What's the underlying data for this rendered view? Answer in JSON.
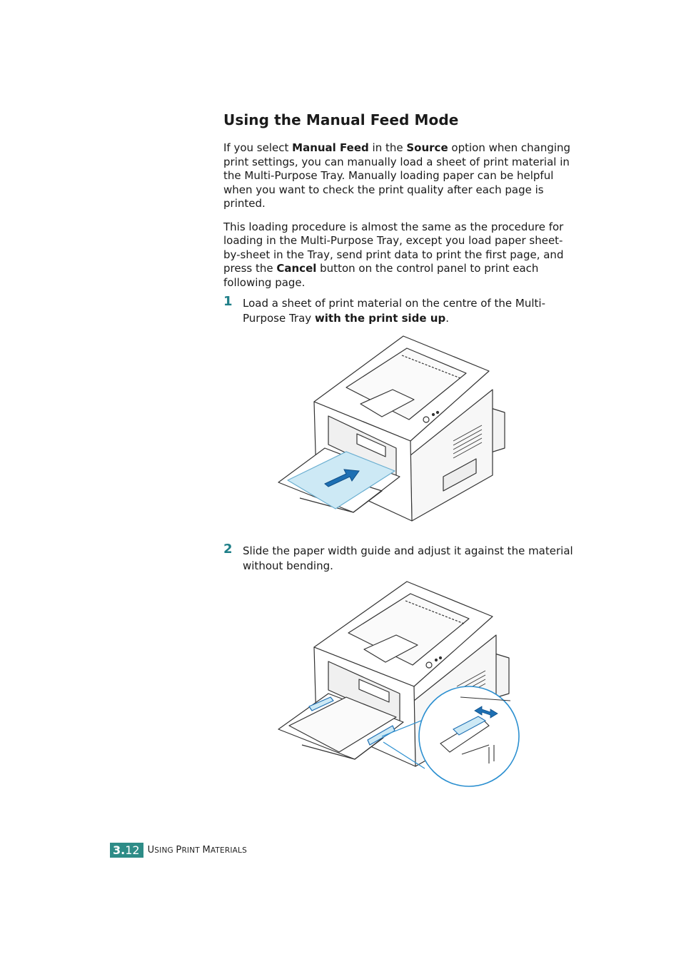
{
  "section_title": "Using the Manual Feed Mode",
  "intro": {
    "p1_a": "If you select ",
    "p1_b": "Manual Feed",
    "p1_c": " in the ",
    "p1_d": "Source",
    "p1_e": " option when changing print settings, you can manually load a sheet of print material in the Multi-Purpose Tray. Manually loading paper can be helpful when you want to check the print quality after each page is printed.",
    "p2_a": "This loading procedure is almost the same as the procedure for loading in the Multi-Purpose Tray, except you load paper sheet-by-sheet in the Tray, send print data to print the first page, and press the ",
    "p2_b": "Cancel",
    "p2_c": " button on the control panel to print each following page."
  },
  "steps": [
    {
      "number": "1",
      "text_a": "Load a sheet of print material on the centre of the Multi-Purpose Tray ",
      "text_b": "with the print side up",
      "text_c": "."
    },
    {
      "number": "2",
      "text_a": "Slide the paper width guide and adjust it against the material without bending."
    }
  ],
  "footer": {
    "chapter": "3.",
    "page": "12",
    "title_cap1": "U",
    "title_rest1": "SING ",
    "title_cap2": "P",
    "title_rest2": "RINT ",
    "title_cap3": "M",
    "title_rest3": "ATERIALS"
  },
  "colors": {
    "accent": "#2e8c87",
    "step_number": "#1f7f88",
    "paper_blue": "#cde9f5",
    "arrow_blue": "#1d6fb3"
  }
}
